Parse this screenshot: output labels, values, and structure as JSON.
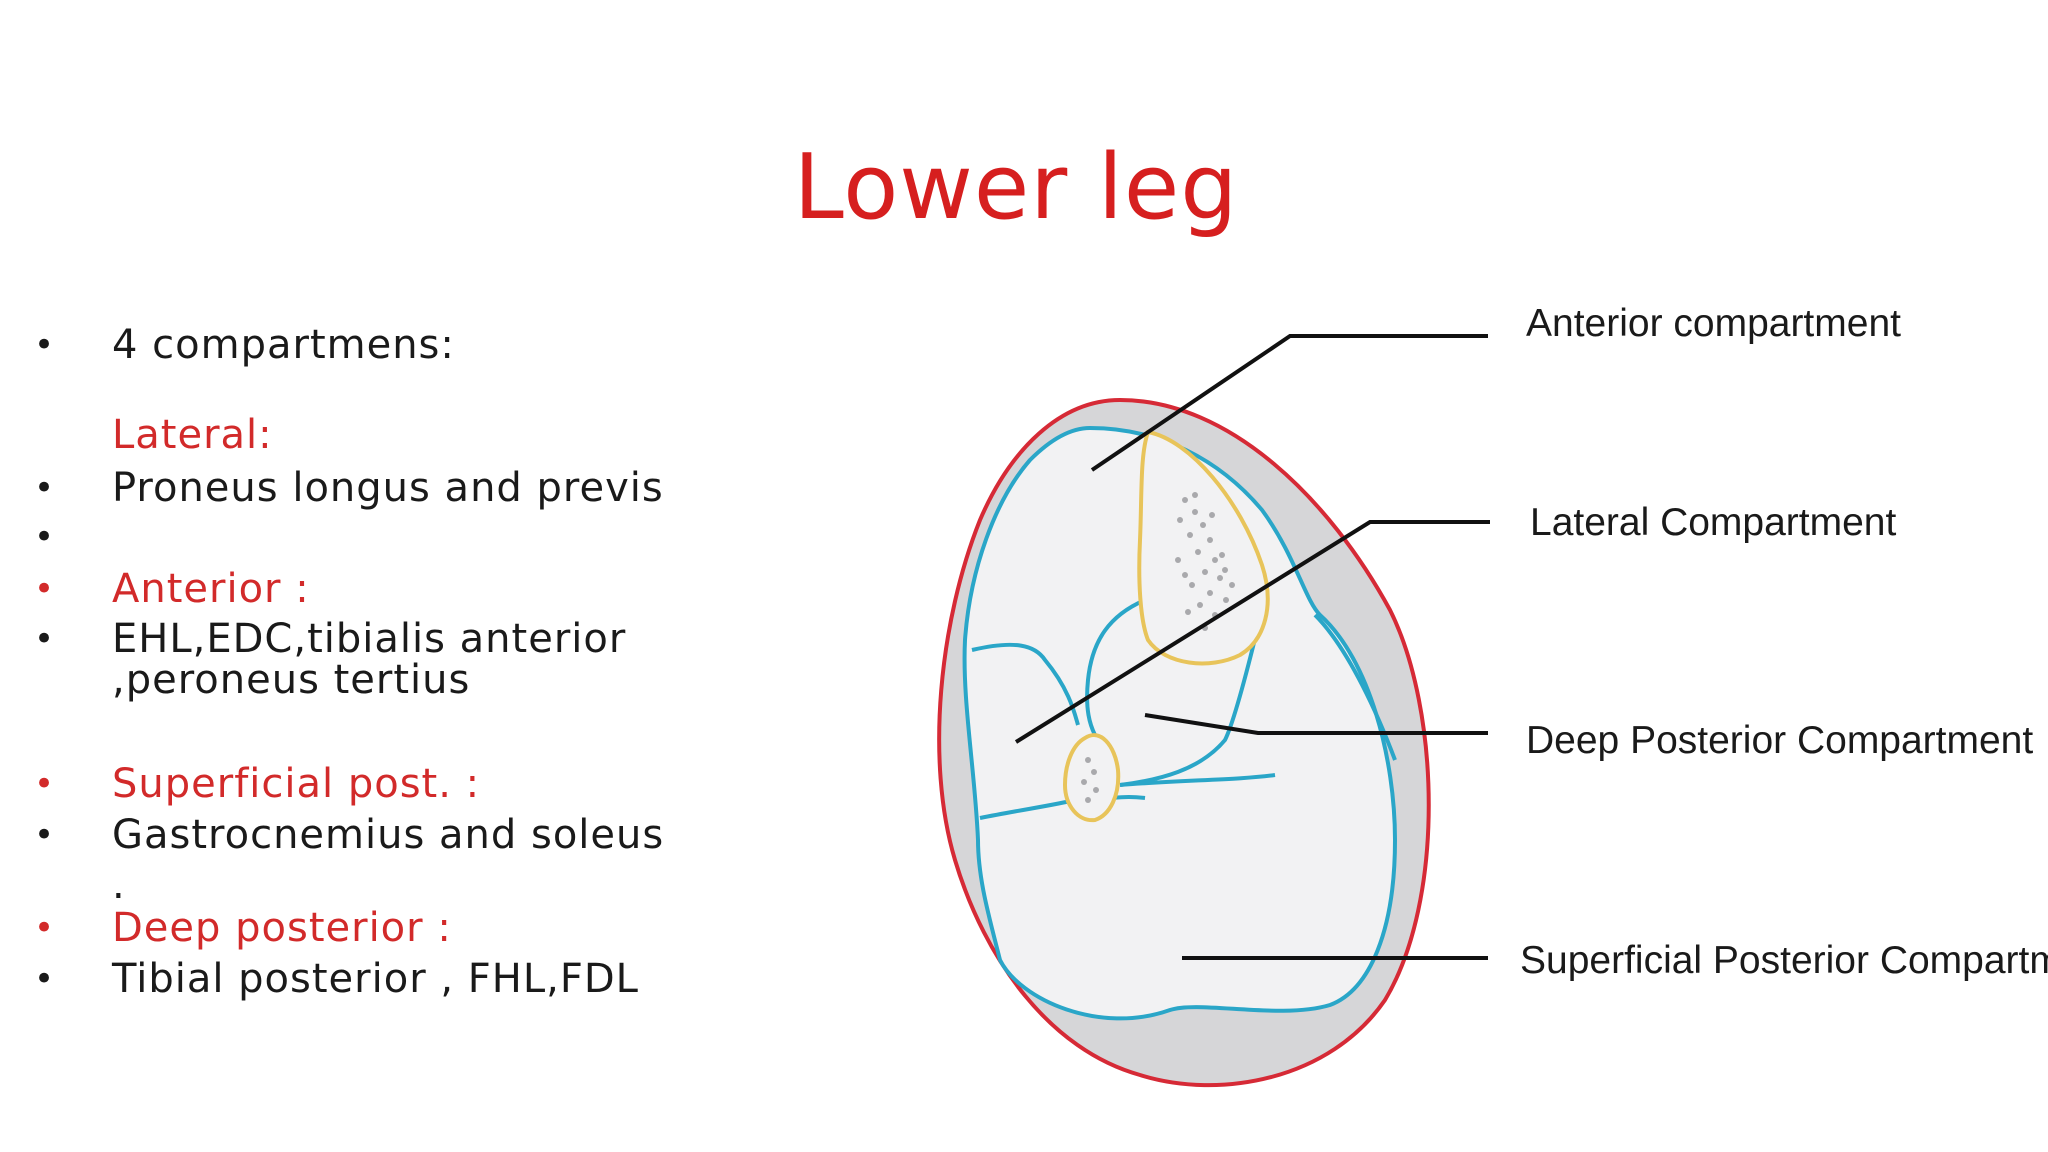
{
  "slide": {
    "title": "Lower leg",
    "colors": {
      "title": "#d61f1f",
      "heading": "#d22a2a",
      "body": "#1a1a1a",
      "outer_outline": "#d62a36",
      "compartment_outline": "#2aa6c8",
      "bone_outline": "#e8c45a",
      "fascia_fill": "#d6d6d8",
      "compartment_fill": "#f2f2f3"
    },
    "bullets": [
      {
        "text": "4 compartmens:"
      },
      {
        "text": "Lateral:"
      },
      {
        "text": "Proneus longus and previs"
      },
      {
        "text": ""
      },
      {
        "text": "Anterior :"
      },
      {
        "text": "EHL,EDC,tibialis anterior"
      },
      {
        "text": ",peroneus tertius"
      },
      {
        "text": "Superficial post. :"
      },
      {
        "text": "Gastrocnemius and soleus"
      },
      {
        "text": "."
      },
      {
        "text": "Deep posterior :"
      },
      {
        "text": "Tibial posterior , FHL,FDL"
      }
    ]
  },
  "diagram": {
    "labels": {
      "anterior": "Anterior compartment",
      "lateral": "Lateral Compartment",
      "deep_posterior": "Deep Posterior Compartment",
      "superficial_posterior": "Superficial Posterior Compartment"
    }
  }
}
